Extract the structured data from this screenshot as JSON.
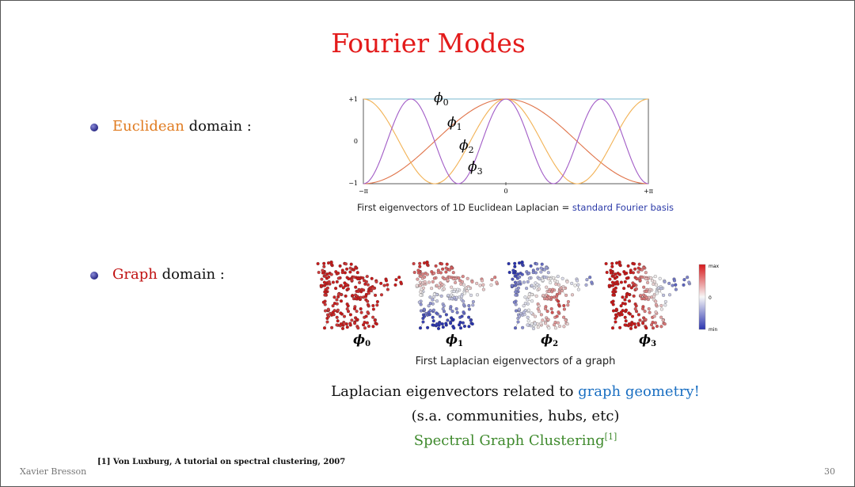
{
  "slide": {
    "title": "Fourier Modes",
    "footer_author": "Xavier Bresson",
    "page_number": "30",
    "colors": {
      "title": "#e31b1b",
      "euclidean": "#e07b20",
      "graph": "#c01010",
      "blue_link": "#1a6fc2",
      "green": "#3f8a2d",
      "bullet": "#2a2a86"
    }
  },
  "bullets": [
    {
      "highlight": "Euclidean",
      "rest": "domain :"
    },
    {
      "highlight": "Graph",
      "rest": "domain :"
    }
  ],
  "euclidean_plot": {
    "y_ticks": [
      "+1",
      "0",
      "−1"
    ],
    "x_ticks": [
      "−π",
      "0",
      "+π"
    ],
    "curve_labels": [
      {
        "phi": "ϕ",
        "sub": "0",
        "color": "#7ab8cf"
      },
      {
        "phi": "ϕ",
        "sub": "1",
        "color": "#e0744a"
      },
      {
        "phi": "ϕ",
        "sub": "2",
        "color": "#f2b255"
      },
      {
        "phi": "ϕ",
        "sub": "3",
        "color": "#a15bc6"
      }
    ],
    "caption_main": "First eigenvectors of 1D Euclidean Laplacian =",
    "caption_highlight": "standard Fourier basis"
  },
  "graph_panels": {
    "labels": [
      {
        "phi": "ϕ",
        "sub": "0"
      },
      {
        "phi": "ϕ",
        "sub": "1"
      },
      {
        "phi": "ϕ",
        "sub": "2"
      },
      {
        "phi": "ϕ",
        "sub": "3"
      }
    ],
    "colorbar": {
      "max": "max",
      "mid": "0",
      "min": "min"
    },
    "caption": "First Laplacian eigenvectors of a graph"
  },
  "statements": {
    "line1_prefix": "Laplacian eigenvectors related to",
    "line1_highlight": "graph geometry!",
    "line2": "(s.a. communities, hubs, etc)",
    "line3": "Spectral Graph Clustering",
    "line3_sup": "[1]"
  },
  "reference": "[1] Von Luxburg, A tutorial on spectral clustering, 2007"
}
